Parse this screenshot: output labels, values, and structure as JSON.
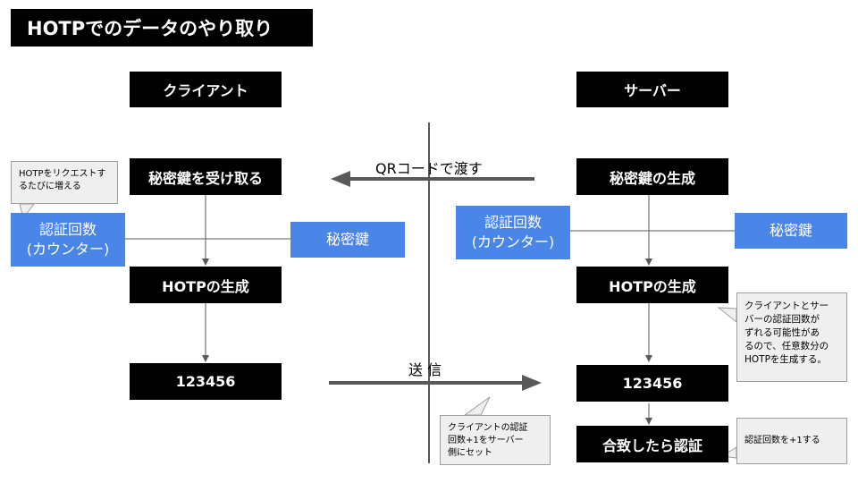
{
  "title": "HOTPでのデータのやり取り",
  "client": {
    "header": "クライアント",
    "receive_key": "秘密鍵を受け取る",
    "counter": "認証回数\n(カウンター)",
    "secret_key": "秘密鍵",
    "generate": "HOTPの生成",
    "code": "123456"
  },
  "server": {
    "header": "サーバー",
    "generate_key": "秘密鍵の生成",
    "counter": "認証回数\n(カウンター)",
    "secret_key": "秘密鍵",
    "generate": "HOTPの生成",
    "code": "123456",
    "authenticate": "合致したら認証"
  },
  "arrows": {
    "qr_label": "QRコードで渡す",
    "send_label": "送 信"
  },
  "callouts": {
    "client_request": "HOTPをリクエストす\nるたびに増える",
    "sync_counter": "クライアントの認証\n回数+1をサーバー\n側にセット",
    "counter_mismatch": "クライアントとサー\nバーの認証回数が\nずれる可能性があ\nるので、任意数分の\nHOTPを生成する。",
    "increment": "認証回数を+1する"
  },
  "colors": {
    "black_box": "#000000",
    "blue_box": "#4a86e8",
    "callout_bg": "#efefef",
    "arrow": "#595959"
  }
}
